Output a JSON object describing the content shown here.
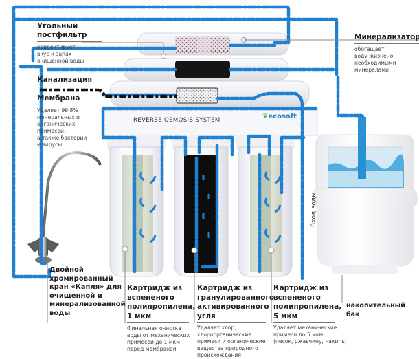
{
  "diagram": {
    "title": "Reverse osmosis system diagram",
    "system_label": "REVERSE OSMOSIS SYSTEM",
    "brand": "ecosoft",
    "colors": {
      "water_line": "#1f7fd0",
      "drain_line": "#111111",
      "tank_water": "#3aa2d8"
    }
  },
  "labels": {
    "postfilter": {
      "title": "Угольный постфильтр",
      "title_lines": [
        "Угольный",
        "постфильтр"
      ],
      "desc_lines": [
        "корректирует",
        "вкус и запах",
        "очищенной воды"
      ]
    },
    "drain": {
      "title": "Канализация"
    },
    "membrane": {
      "title": "Мембрана",
      "desc_lines": [
        "Удаляет 99.8%",
        "минеральных и",
        "органических",
        "примесей,",
        "а также бактерии",
        "и вирусы"
      ]
    },
    "mineralizer": {
      "title": "Минерализатор",
      "desc_lines": [
        "обогащает",
        "воду жизнено",
        "необходимыми",
        "минералами"
      ]
    },
    "faucet": {
      "title_lines": [
        "Двойной",
        "хромированный",
        "кран «Капля» для",
        "очищенной и",
        "минерализованной",
        "воды"
      ]
    },
    "cartridge_1mkm": {
      "title_lines": [
        "Картридж из",
        "вспененого",
        "полипропилена,",
        "1 мкм"
      ],
      "desc_lines": [
        "Финальная очистка",
        "воды от механических",
        "примесей до 1 мкм",
        "перед мембраной"
      ]
    },
    "cartridge_carbon": {
      "title_lines": [
        "Картридж из",
        "гранулированного",
        "активированного",
        "угля"
      ],
      "desc_lines": [
        "Удаляет хлор,",
        "хлороорганические",
        "примеси и органические",
        "вещества природного",
        "происхождения"
      ]
    },
    "cartridge_5mkm": {
      "title_lines": [
        "Картридж из",
        "вспененого",
        "полипропилена,",
        "5 мкм"
      ],
      "desc_lines": [
        "Удаляет механические",
        "примеси до 5 мкм",
        "(песок, ржавчину, накипь)"
      ]
    },
    "tank": {
      "title": "накопительный бак"
    },
    "water_inlet": {
      "title": "Вход воды"
    }
  }
}
